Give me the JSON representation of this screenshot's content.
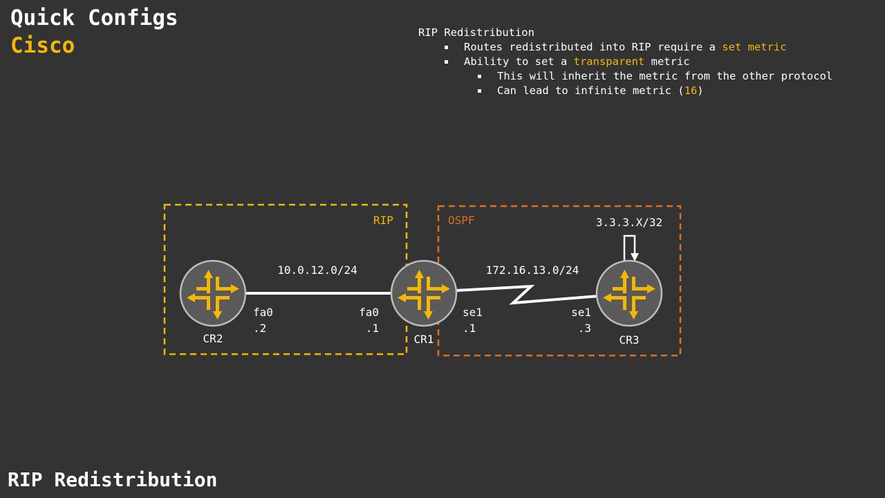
{
  "header": {
    "title": "Quick Configs",
    "vendor": "Cisco"
  },
  "footer": {
    "title": "RIP Redistribution"
  },
  "notes": {
    "heading": "RIP Redistribution",
    "b1_pre": "Routes redistributed into RIP require a ",
    "b1_hl": "set metric",
    "b2_pre": "Ability to set a ",
    "b2_hl": "transparent",
    "b2_post": " metric",
    "b2a": "This will inherit the metric from the other protocol",
    "b2b_pre": "Can lead to infinite metric (",
    "b2b_hl": "16",
    "b2b_post": ")"
  },
  "diagram": {
    "zones": {
      "rip": "RIP",
      "ospf": "OSPF"
    },
    "routers": {
      "cr1": "CR1",
      "cr2": "CR2",
      "cr3": "CR3"
    },
    "links": {
      "cr2_cr1": {
        "network": "10.0.12.0/24",
        "cr2_if": "fa0",
        "cr2_addr": ".2",
        "cr1_if": "fa0",
        "cr1_addr": ".1"
      },
      "cr1_cr3": {
        "network": "172.16.13.0/24",
        "cr1_if": "se1",
        "cr1_addr": ".1",
        "cr3_if": "se1",
        "cr3_addr": ".3"
      }
    },
    "loopback": "3.3.3.X/32",
    "colors": {
      "rip_zone": "#f5b800",
      "ospf_zone": "#e07020",
      "router_body": "#5a5a5a",
      "router_arrows": "#f5b800"
    }
  }
}
